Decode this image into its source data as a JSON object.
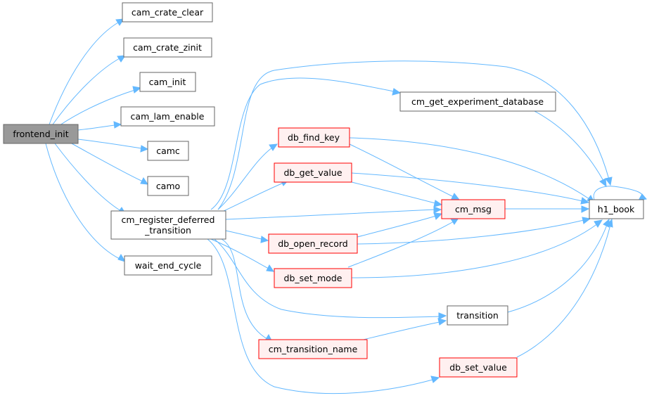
{
  "colors": {
    "edge": "#63b8ff",
    "root_fill": "#999999",
    "root_border": "#666666",
    "normal_fill": "#ffffff",
    "normal_border": "#666666",
    "highlight_fill": "#fff0f0",
    "highlight_border": "#ff0000"
  },
  "nodes": {
    "frontend_init": "frontend_init",
    "cam_crate_clear": "cam_crate_clear",
    "cam_crate_zinit": "cam_crate_zinit",
    "cam_init": "cam_init",
    "cam_lam_enable": "cam_lam_enable",
    "camc": "camc",
    "camo": "camo",
    "cm_register_deferred_transition": [
      "cm_register_deferred",
      "_transition"
    ],
    "wait_end_cycle": "wait_end_cycle",
    "cm_get_experiment_database": "cm_get_experiment_database",
    "db_find_key": "db_find_key",
    "db_get_value": "db_get_value",
    "cm_msg": "cm_msg",
    "db_open_record": "db_open_record",
    "db_set_mode": "db_set_mode",
    "transition": "transition",
    "cm_transition_name": "cm_transition_name",
    "db_set_value": "db_set_value",
    "h1_book": "h1_book"
  }
}
